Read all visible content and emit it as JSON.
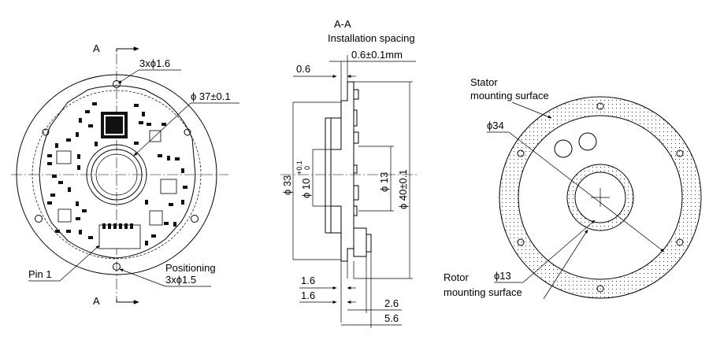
{
  "left_view": {
    "section_top": "A",
    "section_bottom": "A",
    "holes_label": "3xϕ1.6",
    "outer_diameter": "ϕ 37±0.1",
    "pin_label": "Pin 1",
    "positioning_title": "Positioning",
    "positioning_holes": "3xϕ1.5"
  },
  "section_view": {
    "title": "A-A",
    "subtitle": "Installation spacing",
    "spacing": "0.6±0.1mm",
    "dim_06": "0.6",
    "dim_33": "ϕ 33",
    "dim_10": "ϕ 10",
    "tol_upper": "+0.1",
    "tol_lower": "0",
    "dim_13": "ϕ 13",
    "dim_40": "ϕ 40±0.1",
    "dim_16a": "1.6",
    "dim_16b": "1.6",
    "dim_26": "2.6",
    "dim_56": "5.6"
  },
  "right_view": {
    "stator_line1": "Stator",
    "stator_line2": "mounting surface",
    "dim_34": "ϕ34",
    "dim_13": "ϕ13",
    "rotor_line1": "Rotor",
    "rotor_line2": "mounting surface"
  }
}
